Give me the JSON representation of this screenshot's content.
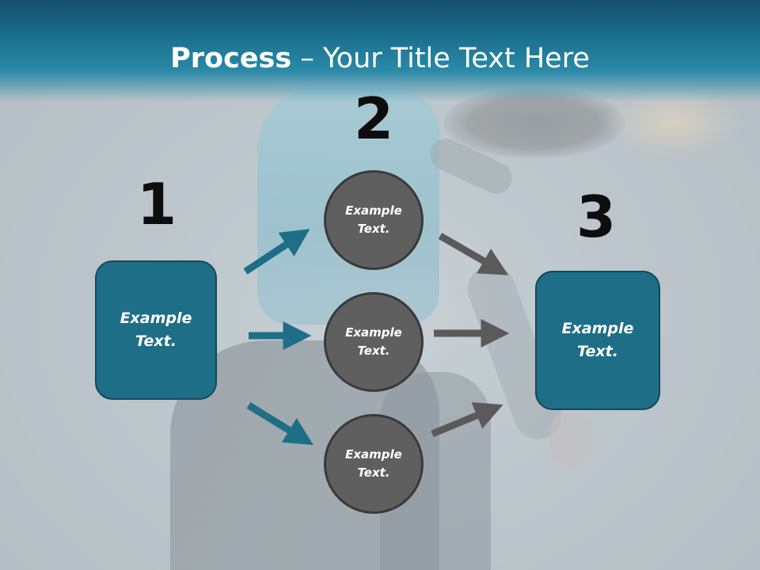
{
  "slide": {
    "title_bold": "Process",
    "title_rest": " – Your Title Text Here"
  },
  "steps": {
    "n1": "1",
    "n2": "2",
    "n3": "3"
  },
  "nodes": {
    "left_box": "Example Text.",
    "circle_top": "Example Text.",
    "circle_middle": "Example Text.",
    "circle_bottom": "Example Text.",
    "right_box": "Example Text."
  },
  "colors": {
    "teal": "#1f6e88",
    "gray_circle": "#5f5f5f",
    "gray_arrow": "#5a5a5a"
  }
}
